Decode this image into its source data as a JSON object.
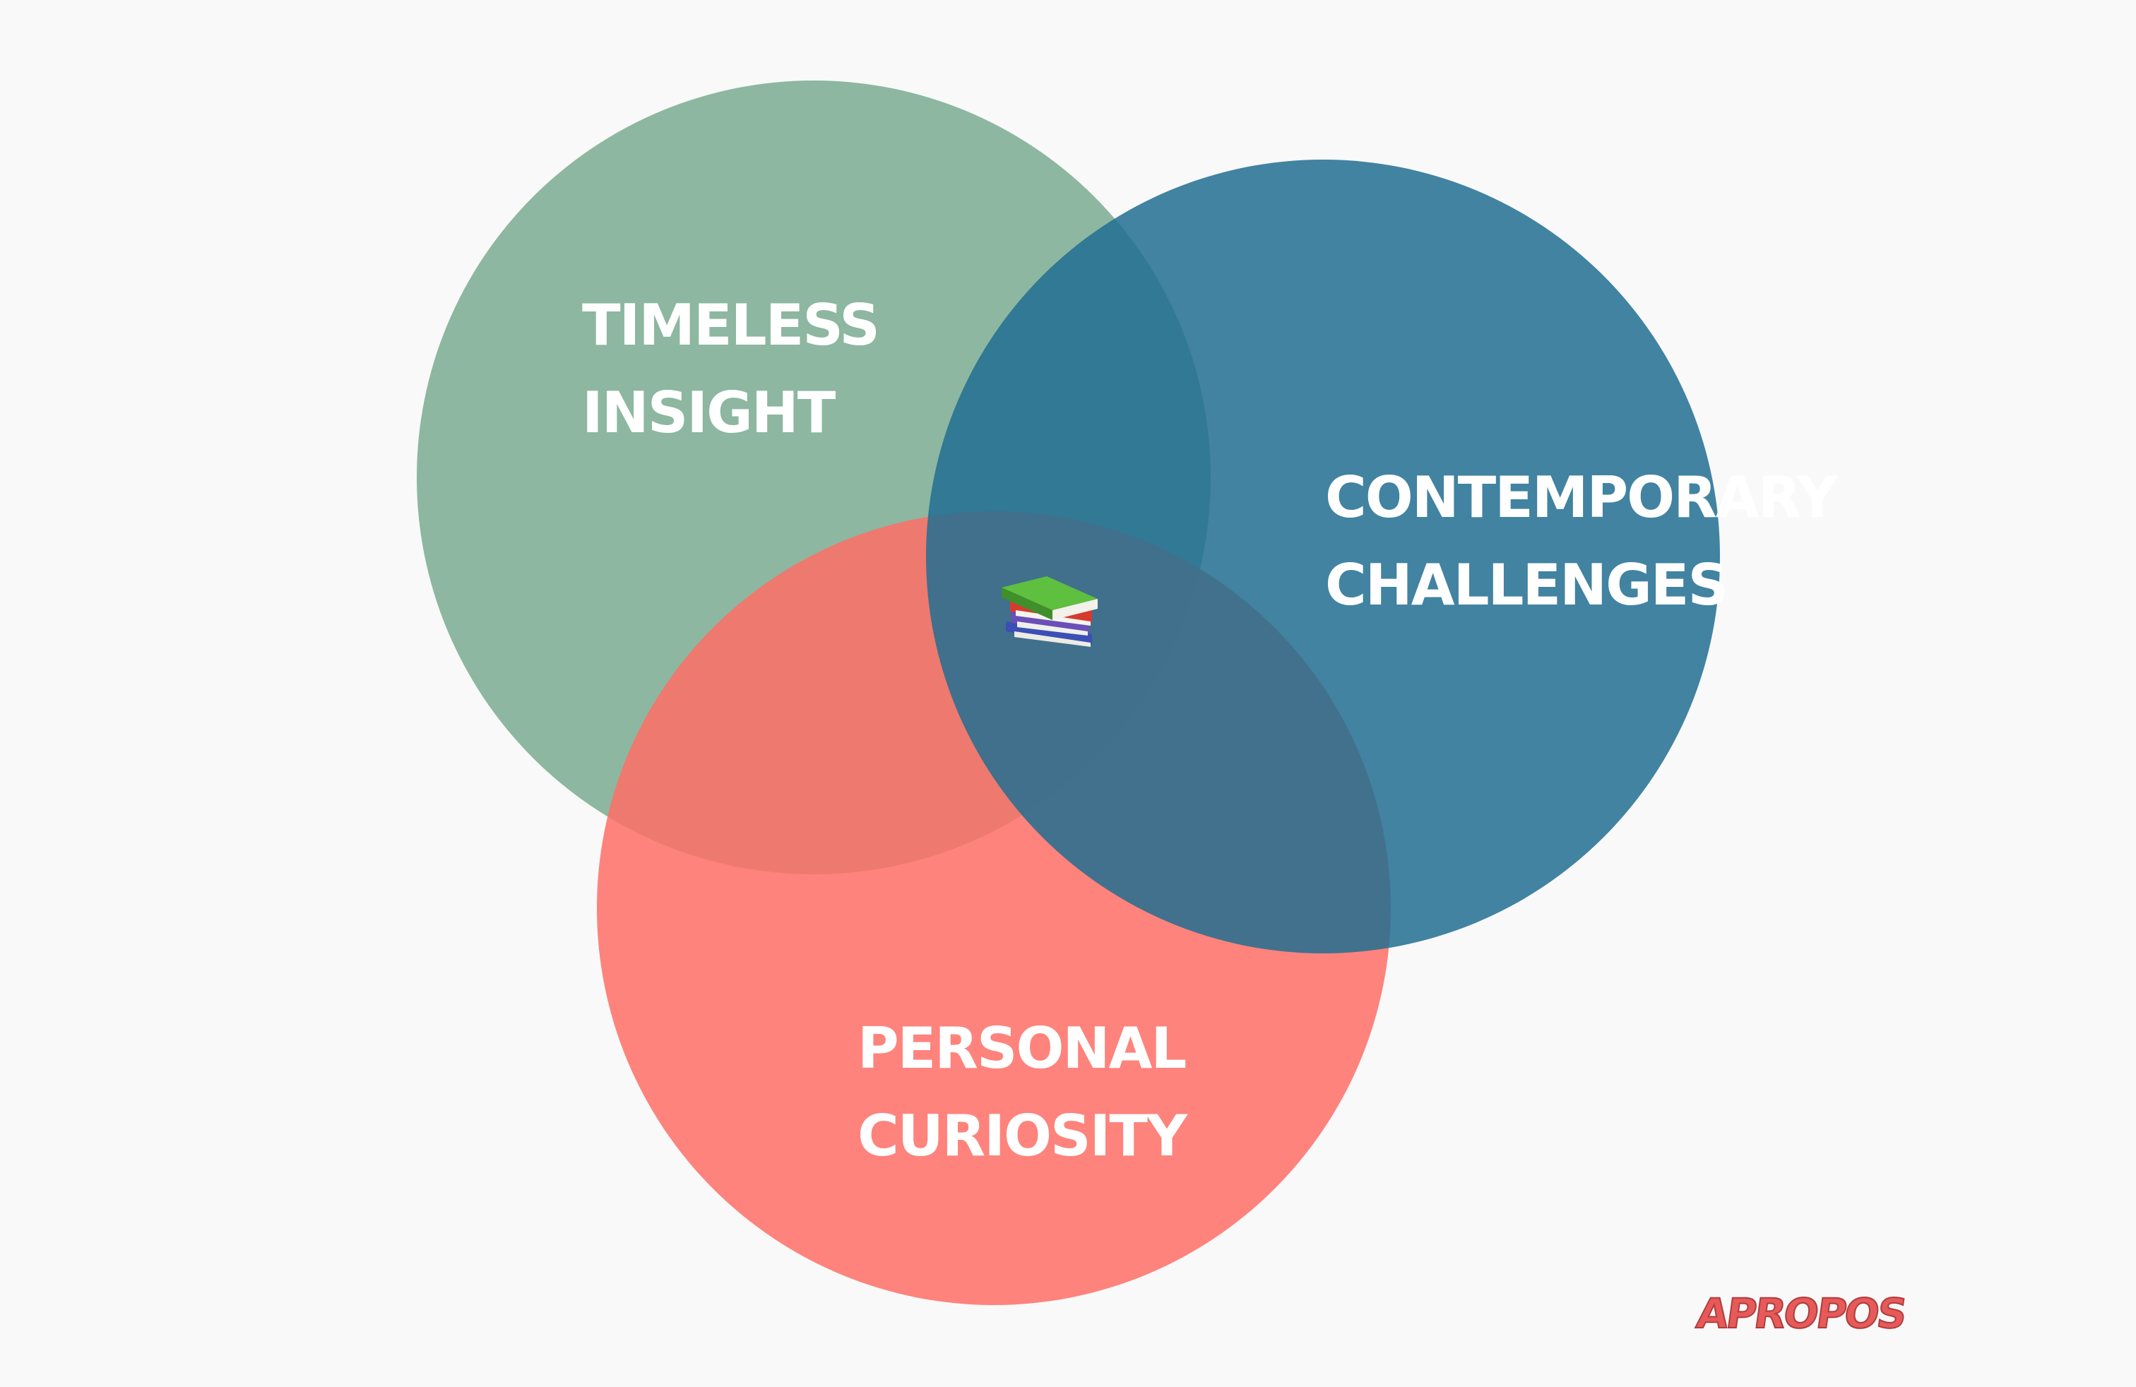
{
  "diagram": {
    "sets": [
      {
        "id": "timeless",
        "line1": "TIMELESS",
        "line2": "INSIGHT",
        "color": "#7aab90"
      },
      {
        "id": "contemporary",
        "line1": "CONTEMPORARY",
        "line2": "CHALLENGES",
        "color": "#216f92"
      },
      {
        "id": "personal",
        "line1": "PERSONAL",
        "line2": "CURIOSITY",
        "color": "#ff6f66"
      }
    ],
    "center_icon": "books-stack-icon"
  },
  "logo": {
    "text": "APROPOS"
  },
  "colors": {
    "background": "#f9f9f9",
    "label_text": "#ffffff",
    "logo_red": "#e65a5a"
  }
}
